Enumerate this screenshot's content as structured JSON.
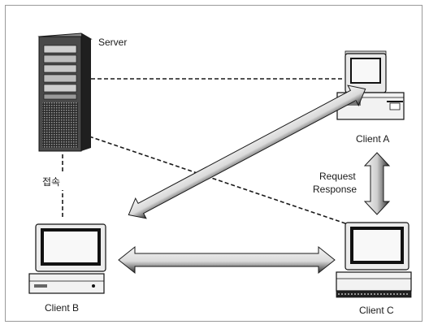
{
  "labels": {
    "server": "Server",
    "client_a": "Client A",
    "client_b": "Client B",
    "client_c": "Client C",
    "connect": "접속",
    "request": "Request",
    "response": "Response"
  },
  "colors": {
    "frame": "#9a9a9a",
    "ink": "#1a1a1a",
    "screen": "#111111",
    "arrow_fill": "#e6e6e6",
    "arrow_shade": "#3a3a3a"
  },
  "icons": {
    "server": "server-tower-icon",
    "client_a": "desktop-computer-icon",
    "client_b": "desktop-computer-icon",
    "client_c": "desktop-computer-icon"
  }
}
